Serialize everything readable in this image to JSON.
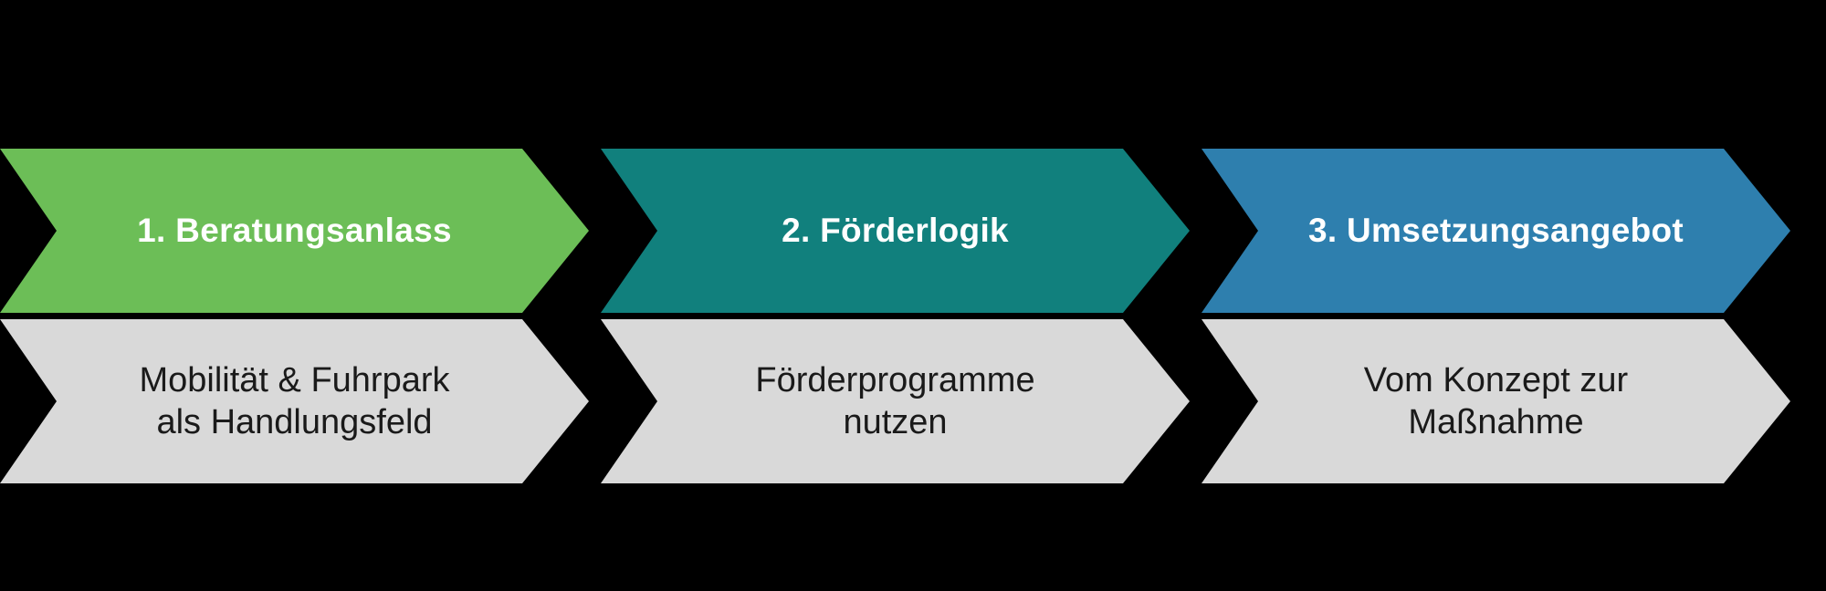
{
  "colors": {
    "background": "#000000",
    "step1_header": "#6cbe57",
    "step2_header": "#11807d",
    "step3_header": "#2e7fae",
    "body_gray": "#d9d9d9",
    "title_text": "#ffffff",
    "subtitle_text": "#1a1a1a"
  },
  "steps": [
    {
      "title": "1. Beratungsanlass",
      "subtitle": "Mobilität & Fuhrpark\nals Handlungsfeld",
      "header_color": "#6cbe57",
      "body_color": "#d9d9d9"
    },
    {
      "title": "2. Förderlogik",
      "subtitle": "Förderprogramme\nnutzen",
      "header_color": "#11807d",
      "body_color": "#d9d9d9"
    },
    {
      "title": "3. Umsetzungsangebot",
      "subtitle": "Vom Konzept zur\nMaßnahme",
      "header_color": "#2e7fae",
      "body_color": "#d9d9d9"
    }
  ]
}
